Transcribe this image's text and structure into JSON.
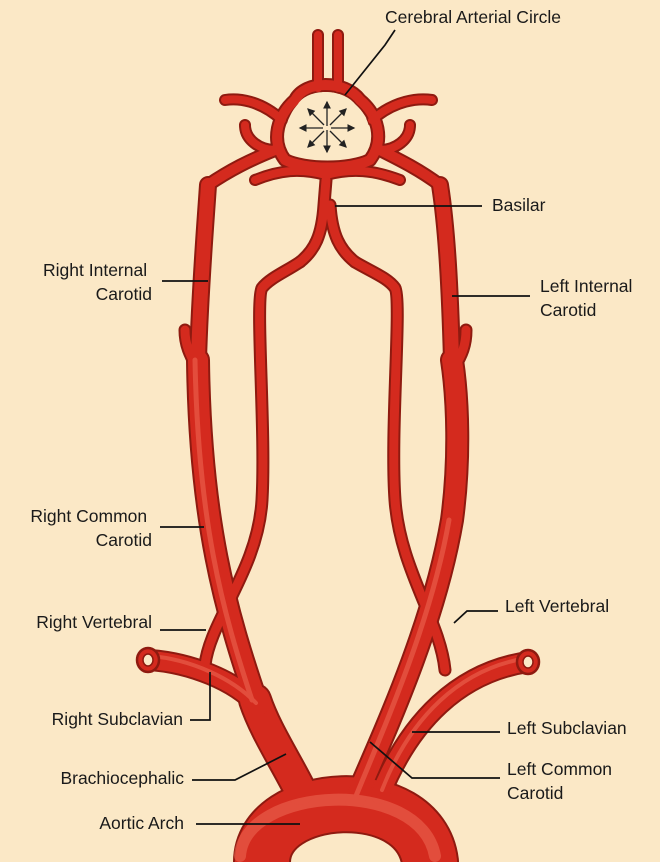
{
  "colors": {
    "background": "#fbe8c6",
    "artery": "#d42a1e",
    "artery_outline": "#8e1a10",
    "artery_highlight": "#ef6a55",
    "text": "#1a1a1a"
  },
  "labels": {
    "cerebral_arterial_circle": "Cerebral Arterial Circle",
    "basilar": "Basilar",
    "right_internal_carotid": [
      "Right Internal",
      "Carotid"
    ],
    "left_internal_carotid": [
      "Left Internal",
      "Carotid"
    ],
    "right_common_carotid": [
      "Right Common",
      "Carotid"
    ],
    "right_vertebral": "Right Vertebral",
    "left_vertebral": "Left Vertebral",
    "right_subclavian": "Right Subclavian",
    "left_subclavian": "Left Subclavian",
    "brachiocephalic": "Brachiocephalic",
    "left_common_carotid": [
      "Left Common",
      "Carotid"
    ],
    "aortic_arch": "Aortic Arch"
  },
  "icons": {
    "circle_arrows": "radiating-arrows-icon"
  }
}
